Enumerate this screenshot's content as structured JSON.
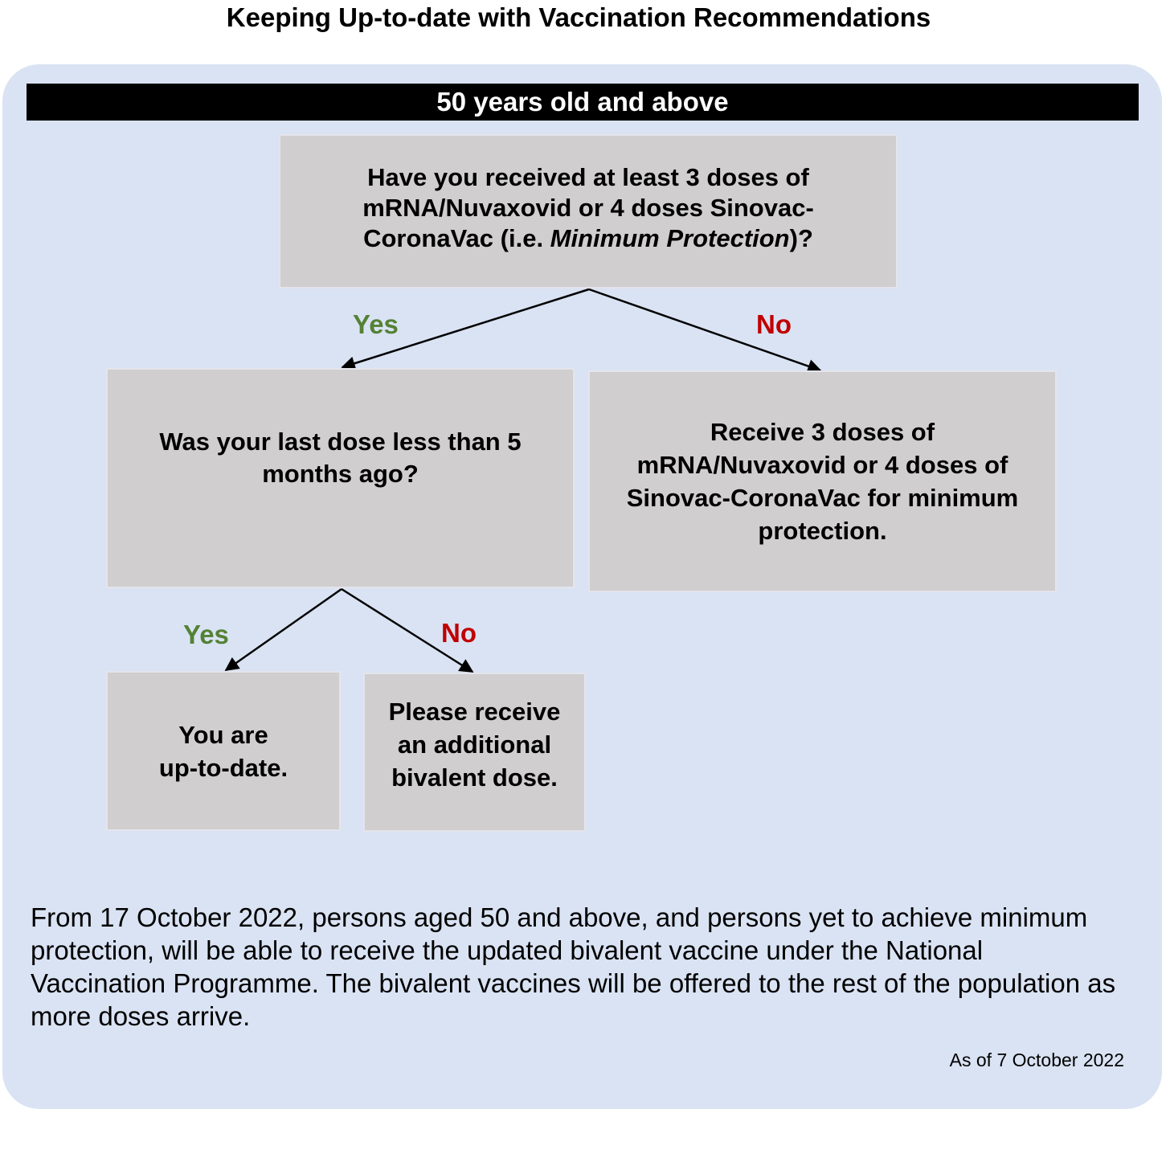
{
  "title": "Keeping Up-to-date with Vaccination Recommendations",
  "section_header": "50 years old and above",
  "nodes": {
    "question_min_protection": {
      "text_before": "Have you received at least 3 doses of mRNA/Nuvaxovid or 4 doses Sinovac-CoronaVac (i.e. ",
      "text_italic": "Minimum Protection",
      "text_after": ")?"
    },
    "question_last_dose": "Was your last dose less than 5 months ago?",
    "result_min_protection": "Receive 3 doses of mRNA/Nuvaxovid or 4 doses of Sinovac-CoronaVac for minimum protection.",
    "result_up_to_date": {
      "line1": "You are",
      "line2": "up-to-date."
    },
    "result_bivalent": "Please receive an additional bivalent dose."
  },
  "branches": {
    "q1_yes": "Yes",
    "q1_no": "No",
    "q2_yes": "Yes",
    "q2_no": "No"
  },
  "colors": {
    "yes": "#548235",
    "no": "#c00000",
    "panel": "#dae3f3",
    "box": "#d0cece",
    "header": "#000000"
  },
  "footer": {
    "note": "From 17 October 2022, persons aged 50 and above, and persons yet to achieve minimum protection, will be able to receive the updated bivalent vaccine under the National Vaccination Programme. The bivalent vaccines will be offered to the rest of the population as more doses arrive.",
    "as_of": "As of 7 October 2022"
  }
}
